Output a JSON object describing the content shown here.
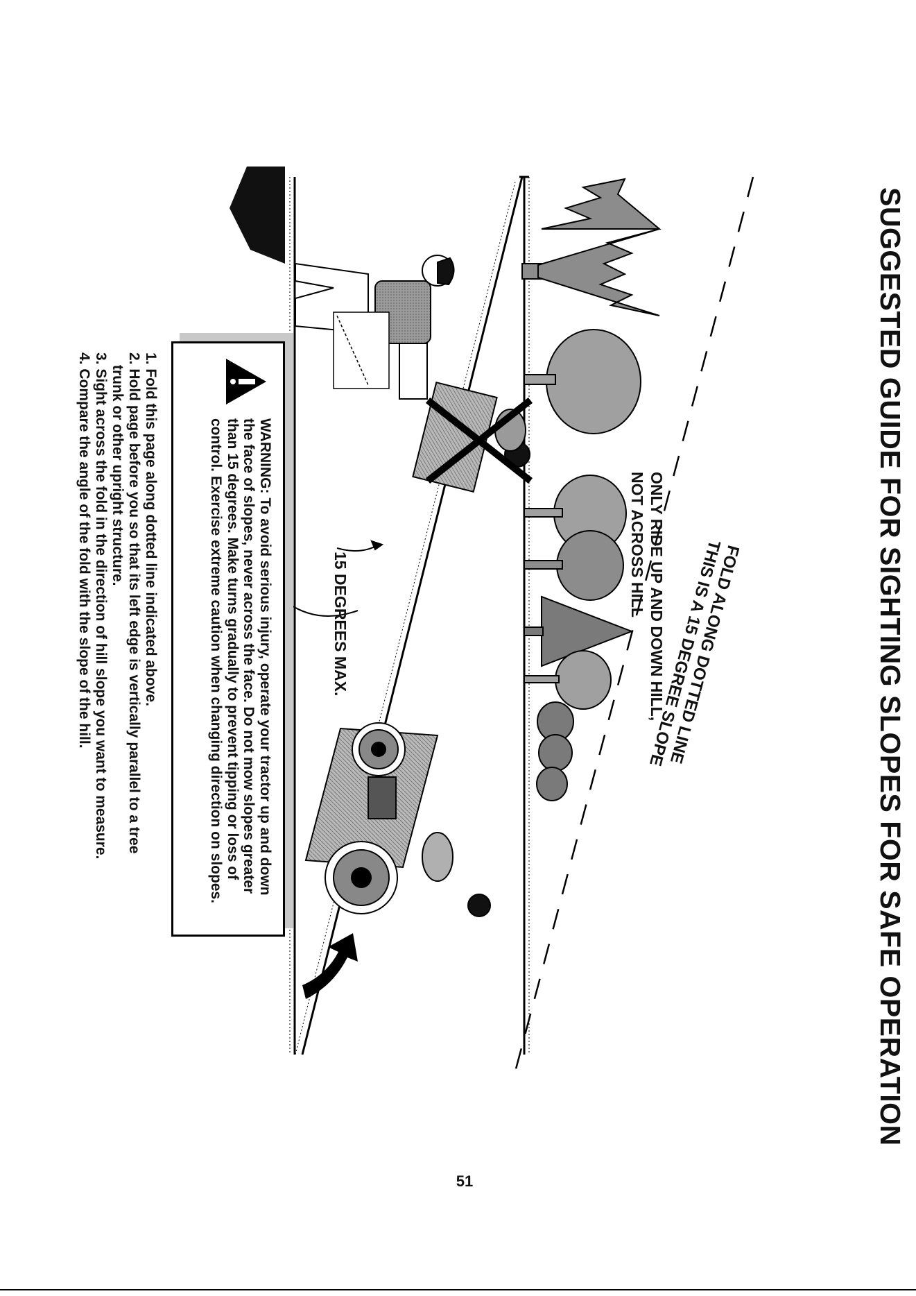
{
  "page": {
    "title": "SUGGESTED GUIDE FOR SIGHTING SLOPES FOR SAFE OPERATION",
    "fold_line_label": "FOLD ALONG DOTTED LINE",
    "fold_line_sub_label": "THIS IS A 15 DEGREE SLOPE",
    "slope_note_line1": "ONLY RIDE UP AND DOWN HILL,",
    "slope_note_line2": "NOT ACROSS HILL",
    "angle_label": "15 DEGREES MAX.",
    "warning_text": "WARNING: To avoid serious injury, operate your tractor up and down the face of slopes, never across the face. Do not mow slopes greater than 15 degrees. Make turns gradually to prevent tipping or loss of control. Exercise extreme caution when changing direction on slopes.",
    "steps": [
      {
        "num": "1.",
        "line1": "Fold this page along dotted line indicated above.",
        "line2": ""
      },
      {
        "num": "2.",
        "line1": "Hold page before you so that its left edge is vertically parallel to a tree",
        "line2": "trunk or other upright structure."
      },
      {
        "num": "3.",
        "line1": "Sight across the fold in the direction of hill slope you want to measure.",
        "line2": ""
      },
      {
        "num": "4.",
        "line1": "Compare the angle of the fold with the slope of the hill.",
        "line2": ""
      }
    ],
    "page_number": "51",
    "icons": {
      "warning": "warning-triangle-icon",
      "no_across": "x-mark-icon",
      "direction": "curved-arrow-icon"
    },
    "colors": {
      "ink": "#111111",
      "tree_fill": "#8c8c8c",
      "tractor_fill": "#a9a9a9",
      "box_shadow": "#c8c8c8"
    }
  }
}
